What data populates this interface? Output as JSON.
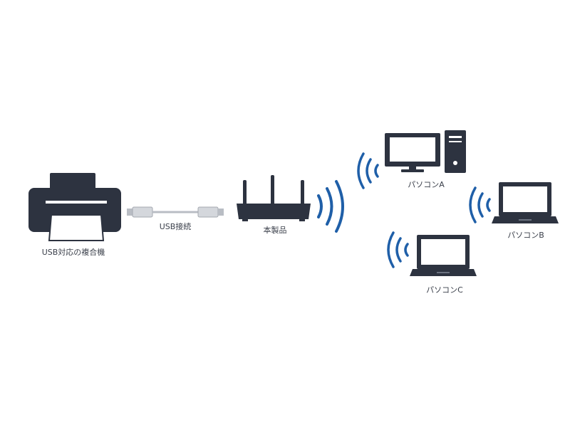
{
  "diagram": {
    "labels": {
      "printer": "USB対応の複合機",
      "usb_connection": "USB接続",
      "router": "本製品",
      "pc_a": "パソコンA",
      "pc_b": "パソコンB",
      "pc_c": "パソコンC"
    },
    "icons": {
      "printer": "printer-icon",
      "usb_cable": "usb-cable-icon",
      "router": "wireless-router-icon",
      "desktop": "desktop-computer-icon",
      "laptop": "laptop-icon",
      "wifi_waves": "wifi-waves-icon"
    },
    "colors": {
      "device": "#2d3340",
      "wifi": "#1f5fa8",
      "cable": "#b9bdc4",
      "text": "#3a3f4a"
    }
  }
}
